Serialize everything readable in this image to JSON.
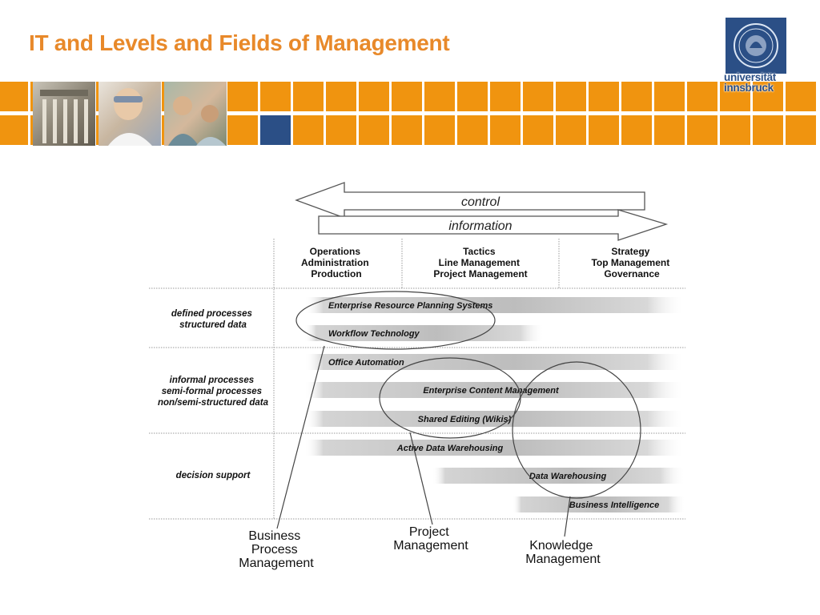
{
  "title": "IT and Levels and Fields of Management",
  "logo": {
    "line1": "universität",
    "line2": "innsbruck",
    "color": "#2b4f86"
  },
  "colors": {
    "accent_orange": "#f0940f",
    "title_orange": "#e8892a",
    "navy": "#2b4f86"
  },
  "arrows": {
    "control": "control",
    "information": "information"
  },
  "columns": [
    {
      "lines": [
        "Operations",
        "Administration",
        "Production"
      ]
    },
    {
      "lines": [
        "Tactics",
        "Line Management",
        "Project Management"
      ]
    },
    {
      "lines": [
        "Strategy",
        "Top Management",
        "Governance"
      ]
    }
  ],
  "rows": [
    {
      "lines": [
        "defined processes",
        "structured data"
      ]
    },
    {
      "lines": [
        "informal processes",
        "semi-formal processes",
        "non/semi-structured data"
      ]
    },
    {
      "lines": [
        "decision support"
      ]
    }
  ],
  "systems": [
    "Enterprise Resource Planning Systems",
    "Workflow Technology",
    "Office Automation",
    "Enterprise Content Management",
    "Shared Editing (Wikis)",
    "Active Data Warehousing",
    "Data Warehousing",
    "Business Intelligence"
  ],
  "fields": {
    "bpm": [
      "Business",
      "Process",
      "Management"
    ],
    "pm": [
      "Project",
      "Management"
    ],
    "km": [
      "Knowledge",
      "Management"
    ]
  }
}
